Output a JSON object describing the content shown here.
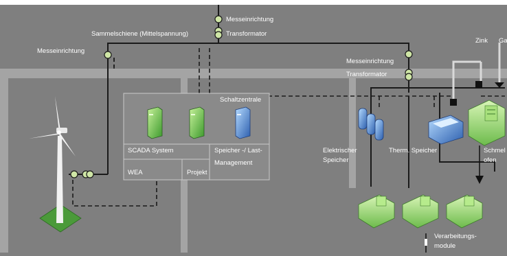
{
  "labels": {
    "metering_top": "Messeinrichtung",
    "transformer_top": "Transformator",
    "busbar": "Sammelschiene (Mittelspannung)",
    "metering_left": "Messeinrichtung",
    "metering_right": "Messeinrichtung",
    "transformer_right": "Transformator",
    "control_center": "Schaltzentrale",
    "scada": "SCADA System",
    "storage_mgmt_1": "Speicher -/ Last-",
    "storage_mgmt_2": "Management",
    "wea": "WEA",
    "projekt": "Projekt",
    "electric_storage_1": "Elektrischer",
    "electric_storage_2": "Speicher",
    "thermal_storage": "Therm. Speicher",
    "zinc": "Zink",
    "gas": "Ga",
    "melting_furnace_1": "Schmel",
    "melting_furnace_2": "ofen",
    "processing_1": "Verarbeitungs-",
    "processing_2": "module"
  },
  "colors": {
    "background": "#7f7f7f",
    "road": "#a4a4a4",
    "line": "#1a1a1a",
    "symbol_fill": "#cfe6a6",
    "machine_green": "#8fd26a",
    "server_green": "#59b84a",
    "server_blue": "#4f8fd8",
    "grass": "#4b9a3a"
  },
  "icons": [
    "wind-turbine-icon",
    "server-icon",
    "battery-icon",
    "tank-icon",
    "machine-icon",
    "furnace-icon",
    "transformer-icon",
    "meter-icon"
  ]
}
